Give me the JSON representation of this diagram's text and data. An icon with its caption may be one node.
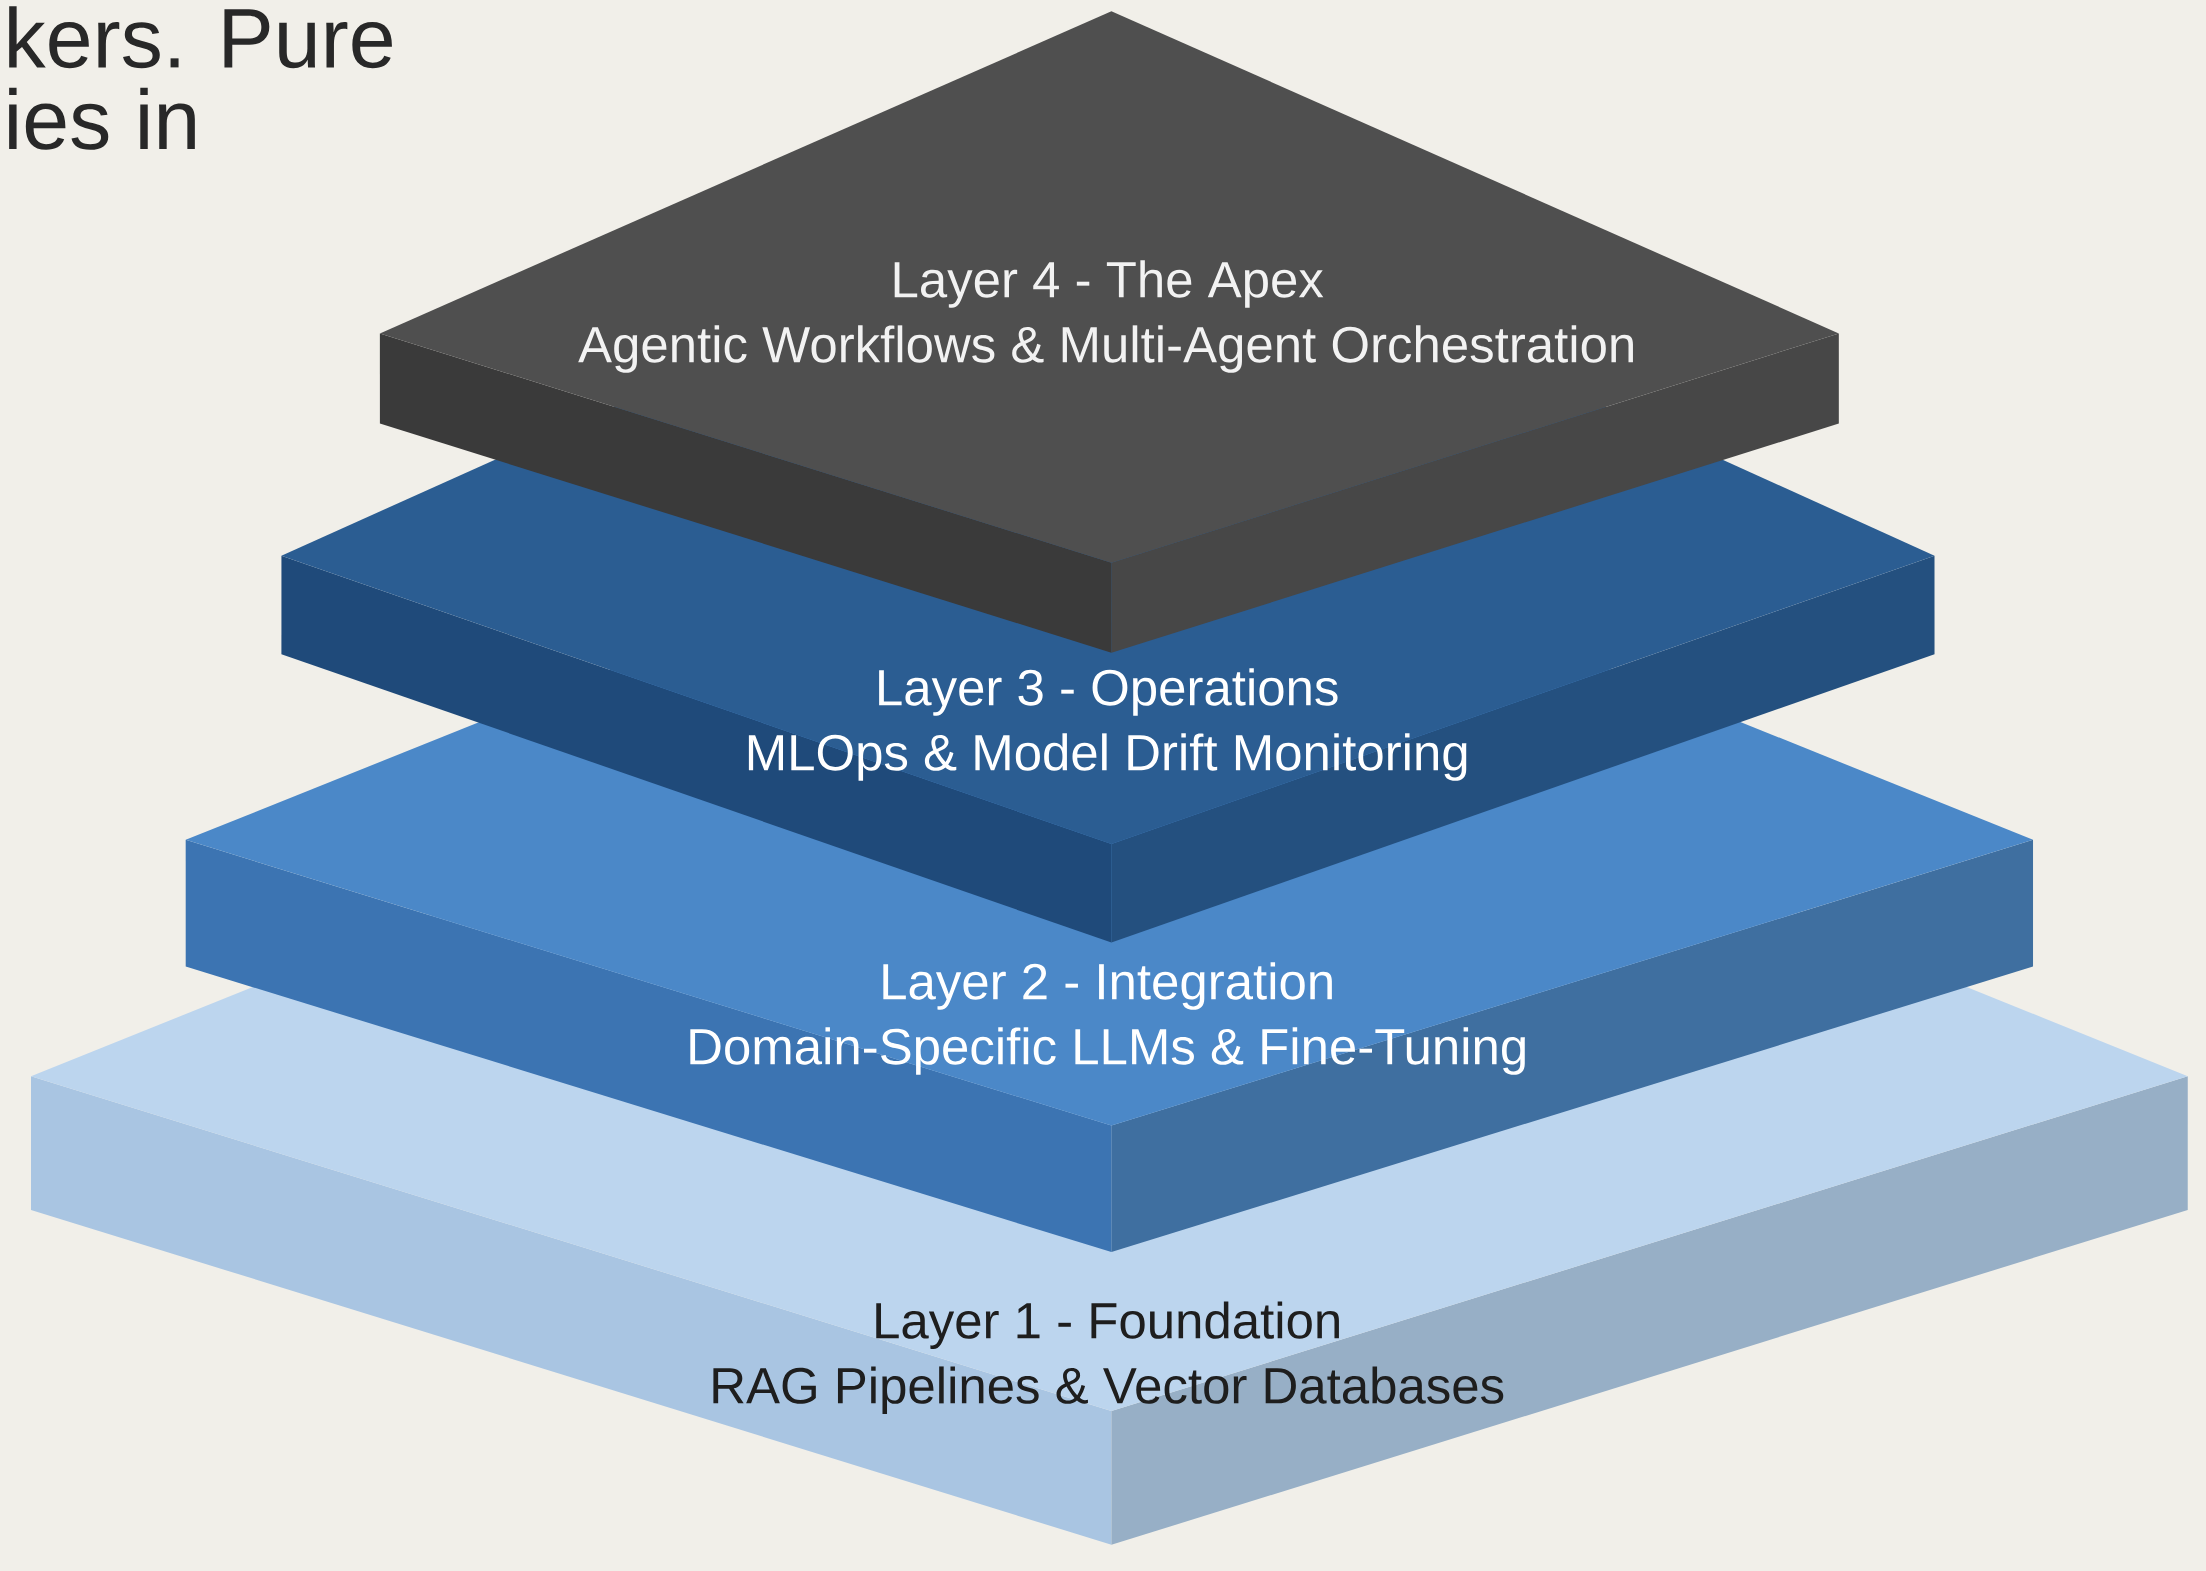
{
  "diagram": {
    "nodes": [
      {
        "text": [
          "Layer 4 - The Apex",
          "Agentic Workflows & Multi-Agent Orchestration"
        ]
      },
      {
        "text": [
          "Layer 3 - Operations",
          "MLOps & Model Drift Monitoring"
        ]
      },
      {
        "text": [
          "Layer 2 - Integration",
          "Domain-Specific LLMs & Fine-Tuning"
        ]
      },
      {
        "text": [
          "Layer 1 - Foundation",
          "RAG Pipelines & Vector Databases"
        ]
      }
    ],
    "labels": [
      "kers. Pure",
      "ies in"
    ]
  }
}
